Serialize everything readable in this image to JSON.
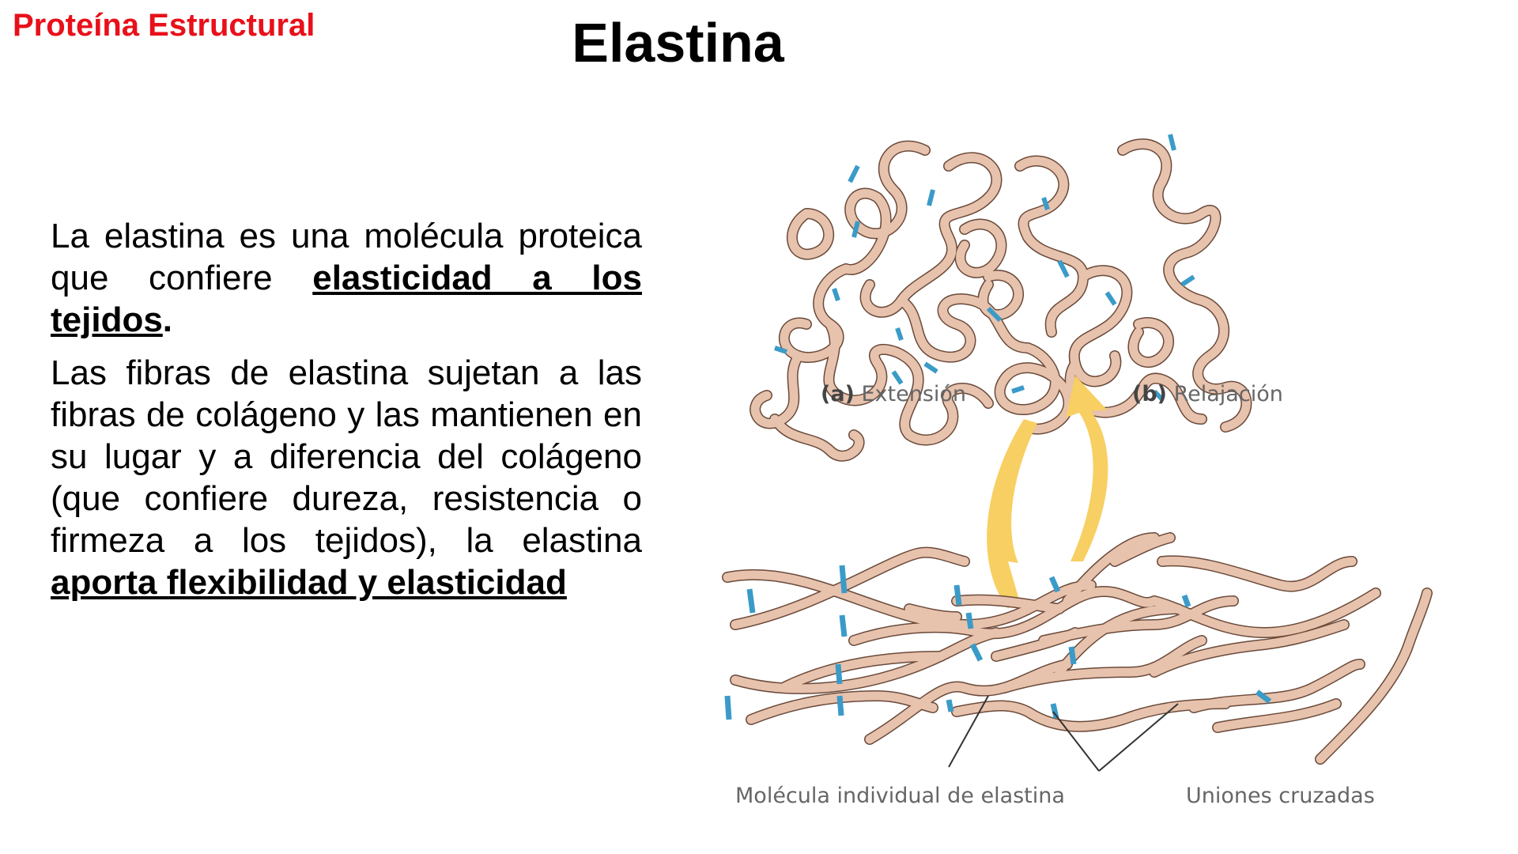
{
  "header": {
    "tag": "Proteína Estructural",
    "title": "Elastina"
  },
  "body": {
    "p1_a": "La elastina es una molécula proteica que confiere ",
    "p1_b": "elasticidad a los tejidos",
    "p1_c": ".",
    "p2_a": "Las fibras de elastina sujetan a las fibras de colágeno y las mantienen en su lugar y a diferencia del colágeno (que confiere dureza, resistencia o firmeza a los tejidos), la elastina ",
    "p2_b": "aporta flexibilidad y elasticidad"
  },
  "diagram": {
    "label_a_letter": "(a)",
    "label_a": " Extensión",
    "label_b_letter": "(b)",
    "label_b": " Relajación",
    "label_molecule": "Molécula individual de elastina",
    "label_crosslinks": "Uniones cruzadas",
    "fiber_color": "#e7c2ad",
    "fiber_outline": "#6a4a3a",
    "crosslink_color": "#3b9bc8",
    "arrow_color": "#f7cf63"
  }
}
